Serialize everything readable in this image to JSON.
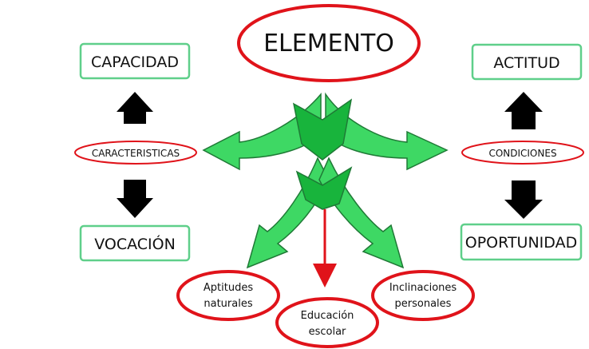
{
  "title": "ELEMENTO",
  "left": {
    "top_box": "CAPACIDAD",
    "center_oval": "CARACTERISTICAS",
    "bottom_box": "VOCACIÓN"
  },
  "right": {
    "top_box": "ACTITUD",
    "center_oval": "CONDICIONES",
    "bottom_box": "OPORTUNIDAD"
  },
  "bottom_ovals": {
    "aptitudes": [
      "Aptitudes",
      "naturales"
    ],
    "educacion": [
      "Educación",
      "escolar"
    ],
    "inclinaciones": [
      "Inclinaciones",
      "personales"
    ]
  },
  "colors": {
    "oval_stroke": "#e0131a",
    "box_stroke": "#5fcf8a",
    "arrow_green": "#3ed864",
    "arrow_dark_green": "#18b43c",
    "black_arrow": "#000000",
    "red_arrow": "#e0131a"
  }
}
